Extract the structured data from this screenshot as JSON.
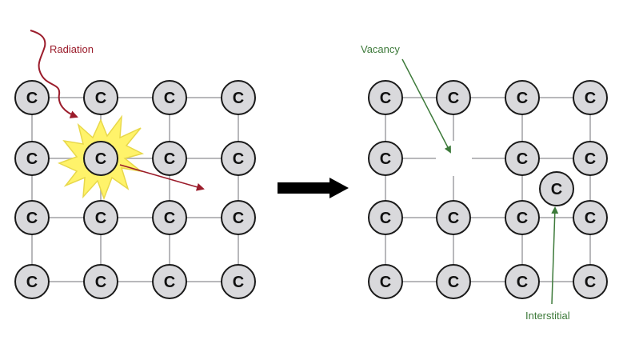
{
  "atom_symbol": "C",
  "labels": {
    "radiation": "Radiation",
    "vacancy": "Vacancy",
    "interstitial": "Interstitial"
  },
  "colors": {
    "radiation": "#9b1c2b",
    "defect_labels": "#3d7a3a",
    "burst_fill": "#fff36a",
    "burst_stroke": "#e8d84a",
    "atom_fill": "#d9d9dc",
    "process_arrow": "#000000"
  },
  "left_lattice": {
    "rows": 4,
    "cols": 4,
    "irradiated_atom": [
      1,
      1
    ]
  },
  "right_lattice": {
    "rows": 4,
    "cols": 4,
    "vacancy_at": [
      1,
      1
    ],
    "interstitial_between": "row 1-2, col 2-3"
  }
}
